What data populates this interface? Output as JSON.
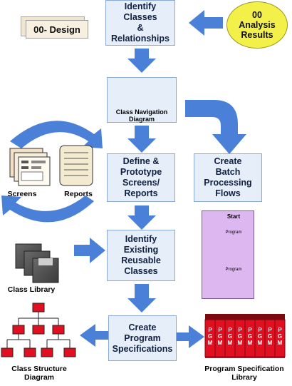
{
  "colors": {
    "box_fill": "#e6eefa",
    "box_border": "#8aa9d6",
    "arrow": "#4a80d8",
    "analysis_fill": "#f4f04a",
    "design_fill": "#f7f0e0",
    "red_block": "#e01020",
    "flowchart_bg": "#ddb8f0"
  },
  "boxes": {
    "identify_classes": "Identify\nClasses\n&\nRelationships",
    "define_prototype": "Define &\nPrototype\nScreens/\nReports",
    "create_batch": "Create\nBatch\nProcessing\nFlows",
    "identify_existing": "Identify\nExisting\nReusable\nClasses",
    "create_program": "Create\nProgram\nSpecifications"
  },
  "inputs": {
    "design_label": "00- Design",
    "analysis_label": "00\nAnalysis\nResults"
  },
  "labels": {
    "class_navigation_diagram": "Class Navigation\nDiagram",
    "screens": "Screens",
    "reports": "Reports",
    "class_library": "Class Library",
    "class_structure_diagram": "Class Structure\nDiagram",
    "program_specification_library": "Program Specification\nLibrary"
  },
  "flowchart": {
    "start": "Start",
    "program1": "Program",
    "program2": "Program"
  },
  "library_spine": "PGM"
}
